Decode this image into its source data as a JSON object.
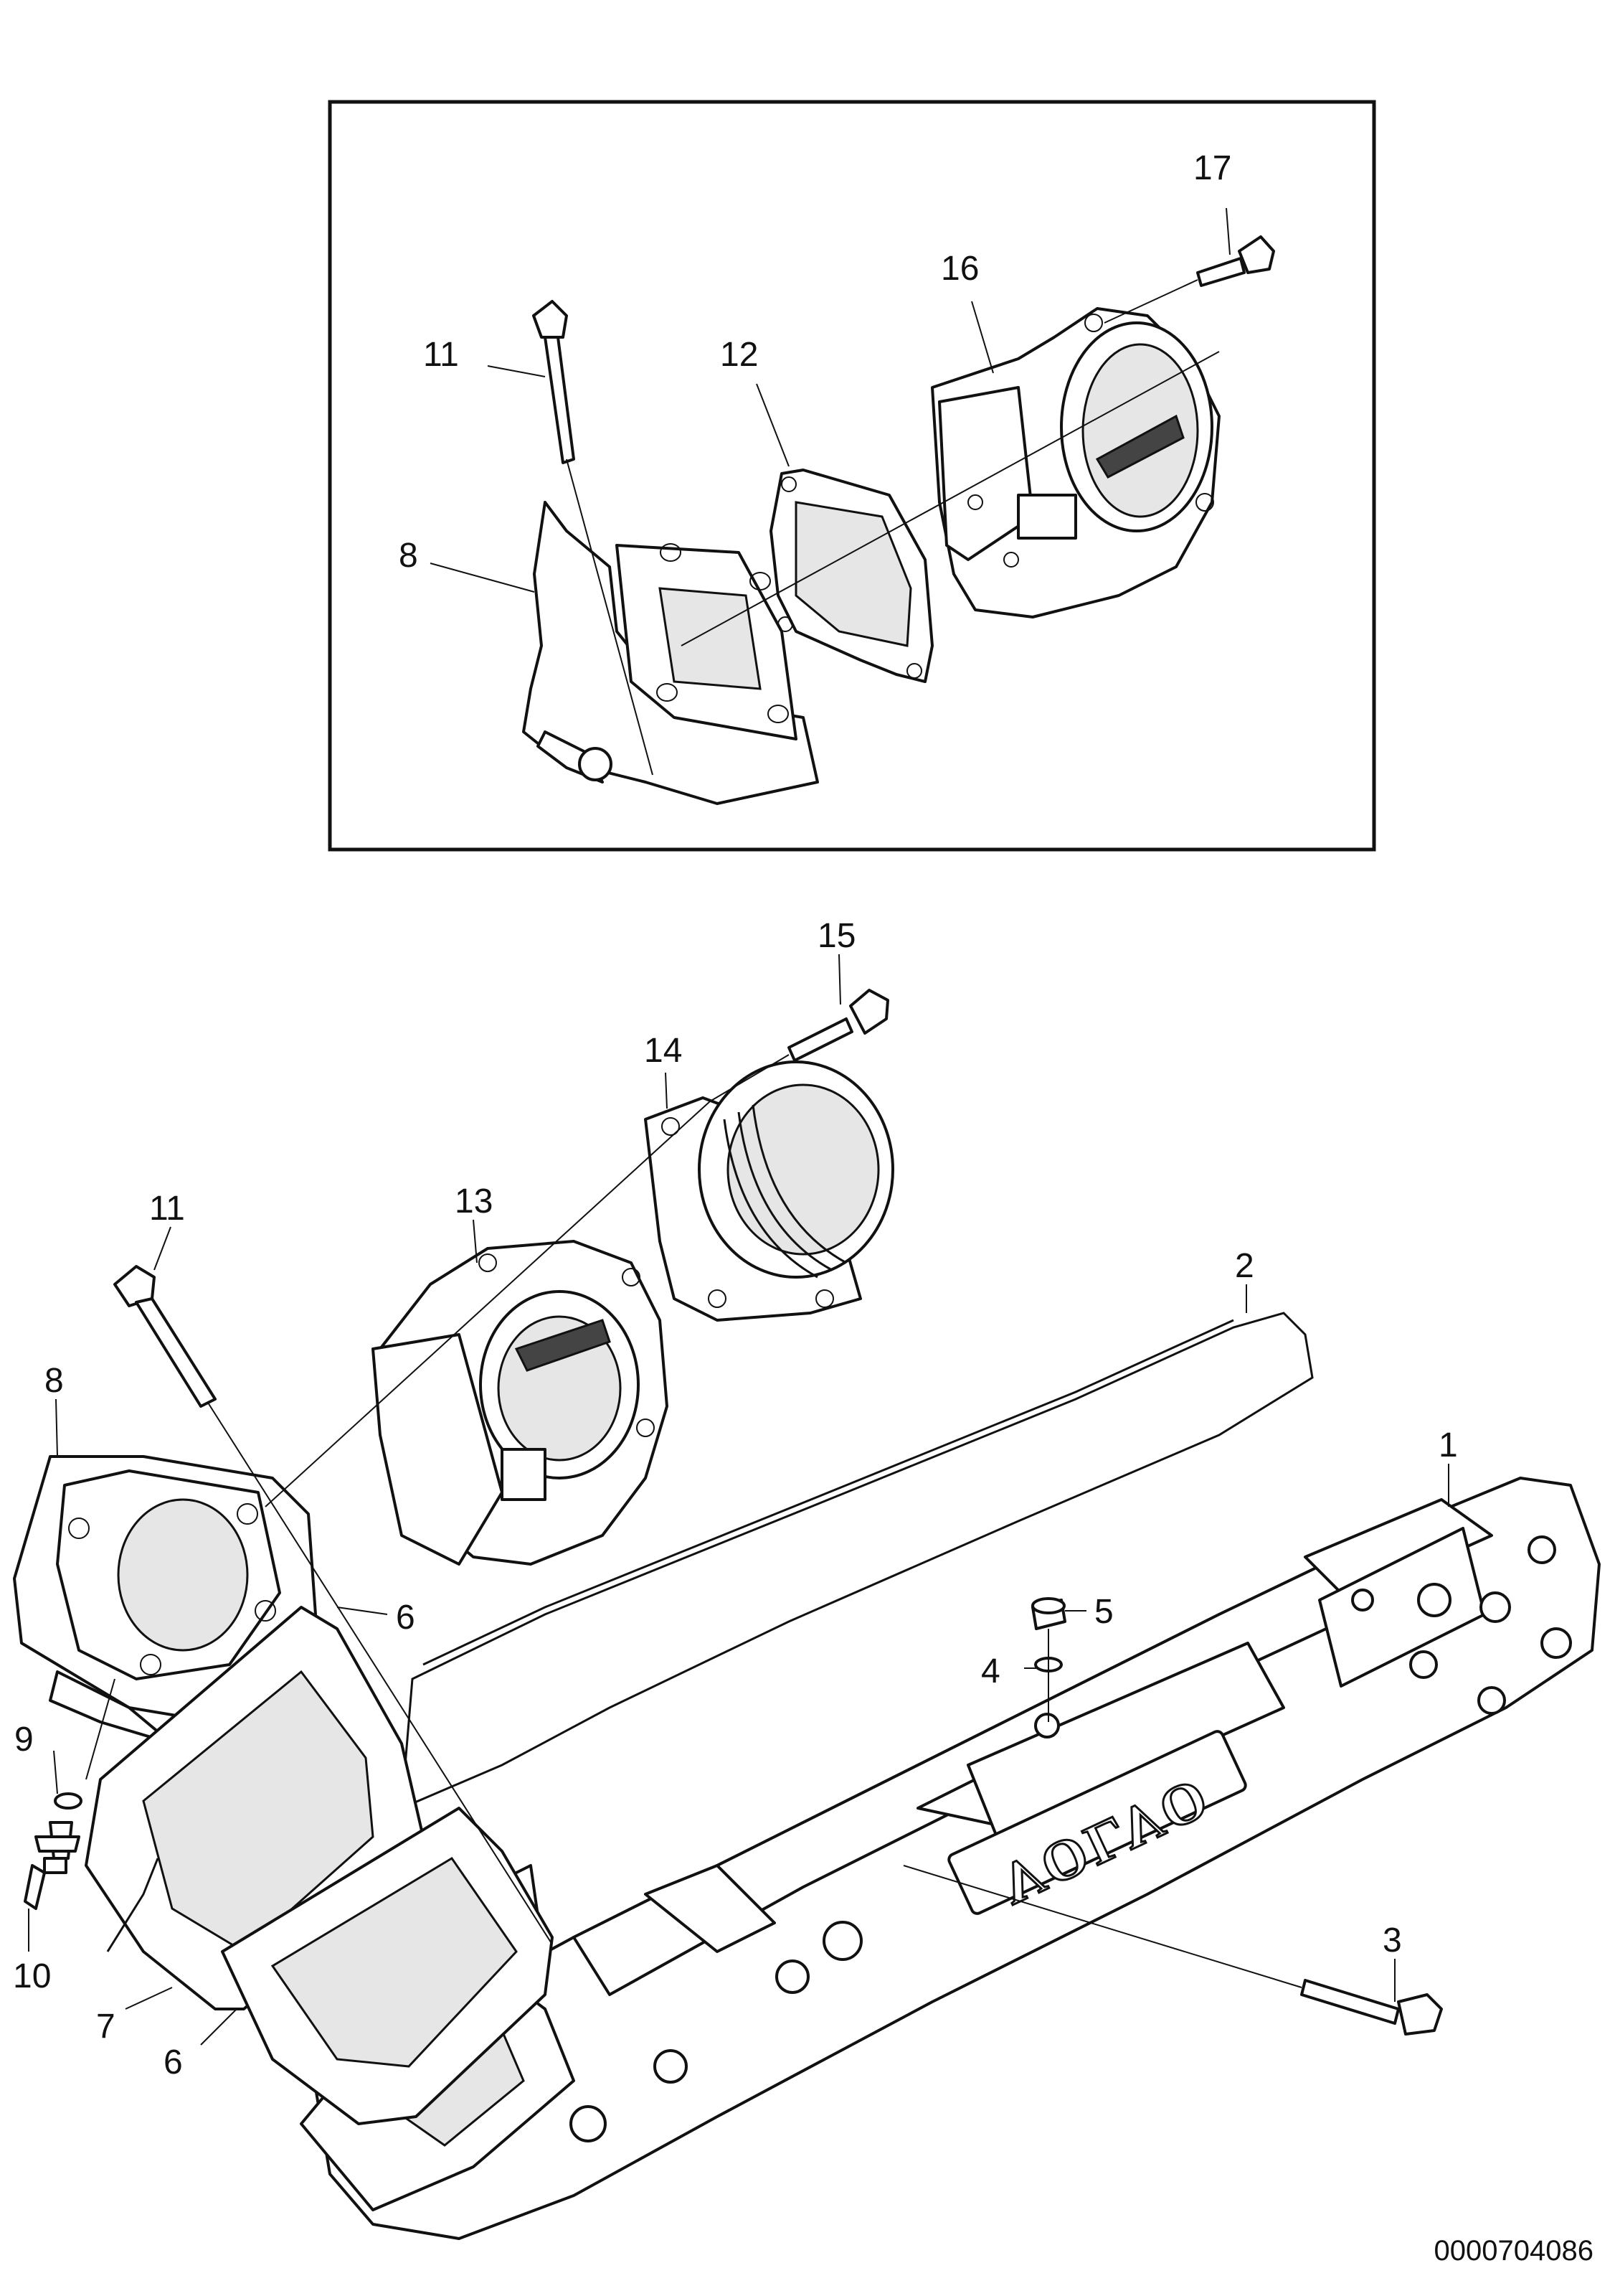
{
  "inset_callouts": [
    {
      "id": "inset-17",
      "label": "17"
    },
    {
      "id": "inset-16",
      "label": "16"
    },
    {
      "id": "inset-11",
      "label": "11"
    },
    {
      "id": "inset-12",
      "label": "12"
    },
    {
      "id": "inset-8",
      "label": "8"
    }
  ],
  "main_callouts": [
    {
      "id": "main-15",
      "label": "15"
    },
    {
      "id": "main-14",
      "label": "14"
    },
    {
      "id": "main-13",
      "label": "13"
    },
    {
      "id": "main-11",
      "label": "11"
    },
    {
      "id": "main-2",
      "label": "2"
    },
    {
      "id": "main-8",
      "label": "8"
    },
    {
      "id": "main-1",
      "label": "1"
    },
    {
      "id": "main-6a",
      "label": "6"
    },
    {
      "id": "main-5",
      "label": "5"
    },
    {
      "id": "main-4",
      "label": "4"
    },
    {
      "id": "main-9",
      "label": "9"
    },
    {
      "id": "main-10",
      "label": "10"
    },
    {
      "id": "main-7",
      "label": "7"
    },
    {
      "id": "main-6b",
      "label": "6"
    },
    {
      "id": "main-3",
      "label": "3"
    }
  ],
  "brand_text": "VOLVO",
  "document_number": "0000704086"
}
